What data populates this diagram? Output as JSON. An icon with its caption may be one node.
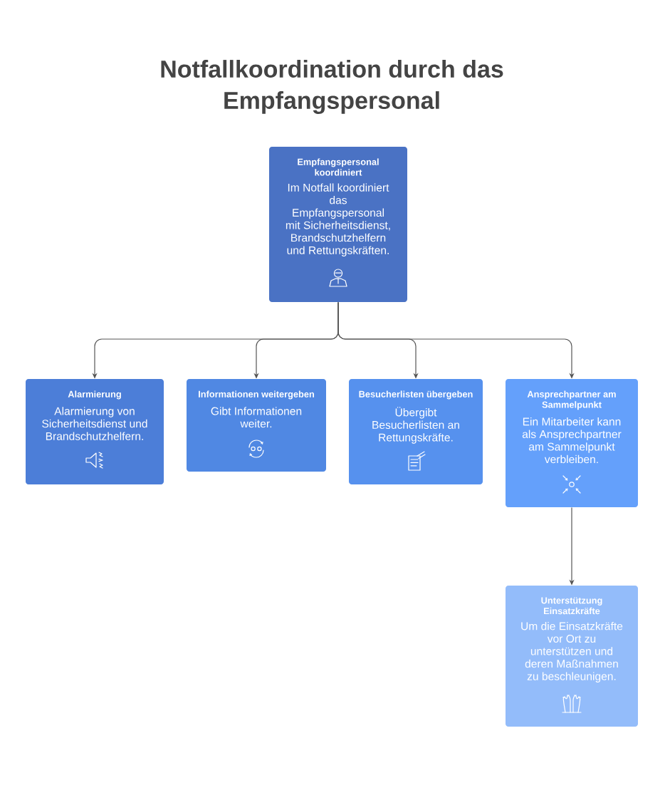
{
  "diagram": {
    "title": "Notfallkoordination durch das Empfangspersonal",
    "nodes": [
      {
        "text": [
          "Empfangspersonal koordiniert",
          "Im Notfall koordiniert das Empfangspersonal mit Sicherheitsdienst, Brandschutzhelfern und Rettungskräften."
        ]
      },
      {
        "text": [
          "Alarmierung",
          "Alarmierung von Sicherheitsdienst und Brandschutzhelfern."
        ]
      },
      {
        "text": [
          "Informationen weitergeben",
          "Gibt Informationen weiter."
        ]
      },
      {
        "text": [
          "Besucherlisten übergeben",
          "Übergibt Besucherlisten an Rettungskräfte."
        ]
      },
      {
        "text": [
          "Ansprechpartner am Sammelpunkt",
          "Ein Mitarbeiter kann als Ansprechpartner am Sammelpunkt verbleiben."
        ]
      },
      {
        "text": [
          "Unterstützung Einsatzkräfte",
          "Um die Einsatzkräfte vor Ort zu unterstützen und deren Maßnahmen zu beschleunigen."
        ]
      }
    ],
    "edges": [
      {
        "from": 0,
        "to": 1,
        "arrow": "to"
      },
      {
        "from": 0,
        "to": 2,
        "arrow": "to"
      },
      {
        "from": 0,
        "to": 3,
        "arrow": "to"
      },
      {
        "from": 0,
        "to": 4,
        "arrow": "to"
      },
      {
        "from": 4,
        "to": 5,
        "arrow": "to"
      }
    ]
  }
}
